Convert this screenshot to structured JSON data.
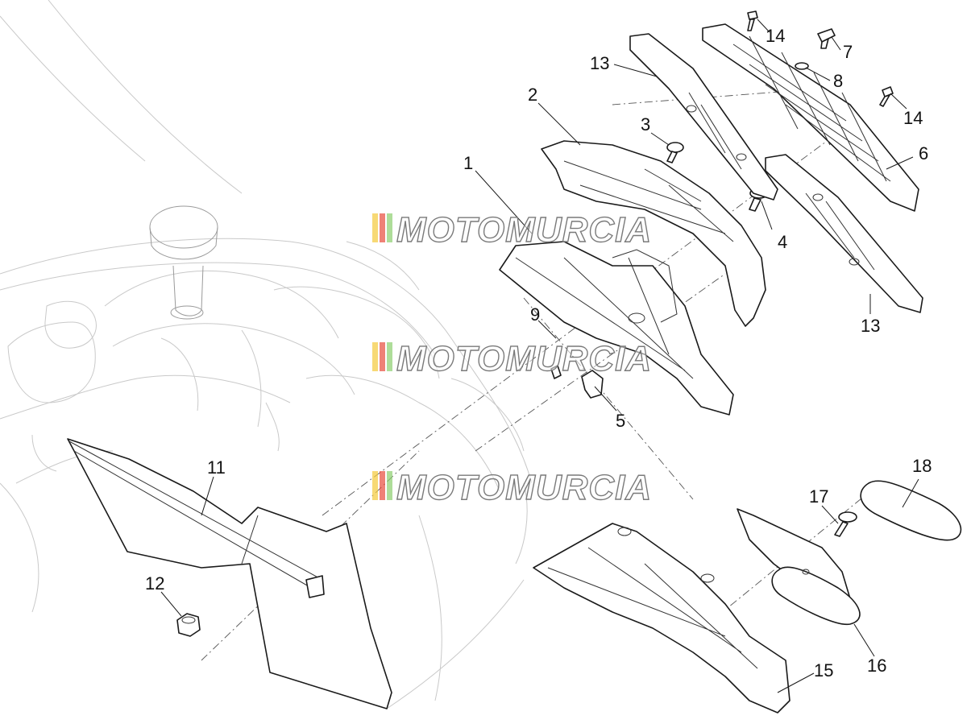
{
  "callouts": [
    "1",
    "2",
    "3",
    "4",
    "5",
    "6",
    "7",
    "8",
    "9",
    "11",
    "12",
    "13",
    "13",
    "14",
    "14",
    "15",
    "16",
    "17",
    "18"
  ],
  "watermark": {
    "text": "MOTOMURCIA",
    "stripe_colors": [
      "#f3c93a",
      "#e84b3c",
      "#8ccf6e"
    ]
  },
  "colors": {
    "line": "#1a1a1a",
    "ghost": "#c9c9c9"
  }
}
